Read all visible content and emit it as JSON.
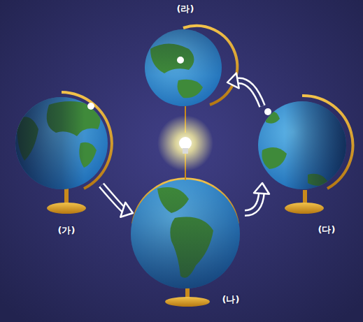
{
  "diagram": {
    "nodes": [
      {
        "text": [
          "(가)"
        ]
      },
      {
        "text": [
          "(나)"
        ]
      },
      {
        "text": [
          "(다)"
        ]
      },
      {
        "text": [
          "(라)"
        ]
      }
    ],
    "edges": [
      {
        "from": 0,
        "to": 1,
        "arrow": "to"
      },
      {
        "from": 1,
        "to": 2,
        "arrow": "to"
      },
      {
        "from": 2,
        "to": 3,
        "arrow": "to"
      }
    ]
  }
}
